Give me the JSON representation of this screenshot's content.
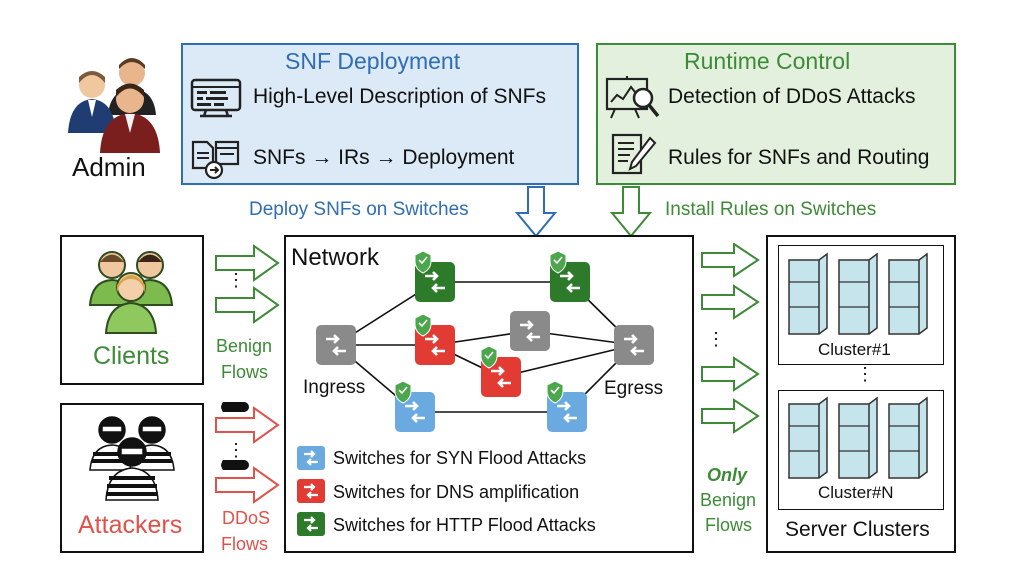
{
  "admin": {
    "label": "Admin"
  },
  "snf_deployment": {
    "title": "SNF Deployment",
    "items": [
      {
        "icon": "code-window-icon",
        "label": "High-Level Description of SNFs"
      },
      {
        "icon": "document-deploy-icon",
        "label": "SNFs → IRs → Deployment"
      }
    ],
    "arrow_label": "Deploy SNFs on Switches"
  },
  "runtime_control": {
    "title": "Runtime Control",
    "items": [
      {
        "icon": "chart-magnifier-icon",
        "label": "Detection of DDoS Attacks"
      },
      {
        "icon": "rules-list-icon",
        "label": "Rules for SNFs and Routing"
      }
    ],
    "arrow_label": "Install Rules on Switches"
  },
  "clients": {
    "label": "Clients",
    "flow_label_1": "Benign",
    "flow_label_2": "Flows"
  },
  "attackers": {
    "label": "Attackers",
    "flow_label_1": "DDoS",
    "flow_label_2": "Flows"
  },
  "network": {
    "title": "Network",
    "ingress": "Ingress",
    "egress": "Egress",
    "legend": [
      {
        "color": "#6aaae0",
        "label": "Switches for SYN Flood Attacks"
      },
      {
        "color": "#e23b34",
        "label": "Switches for DNS amplification"
      },
      {
        "color": "#2e7a2b",
        "label": "Switches for HTTP Flood Attacks"
      }
    ]
  },
  "output_flows": {
    "line1": "Only",
    "line2": "Benign",
    "line3": "Flows"
  },
  "servers": {
    "label": "Server Clusters",
    "clusters": [
      "Cluster#1",
      "Cluster#N"
    ]
  },
  "colors": {
    "blue": "#2f6db5",
    "green": "#3d8b37",
    "red": "#e0524a",
    "gray_switch": "#8a8a8a"
  }
}
